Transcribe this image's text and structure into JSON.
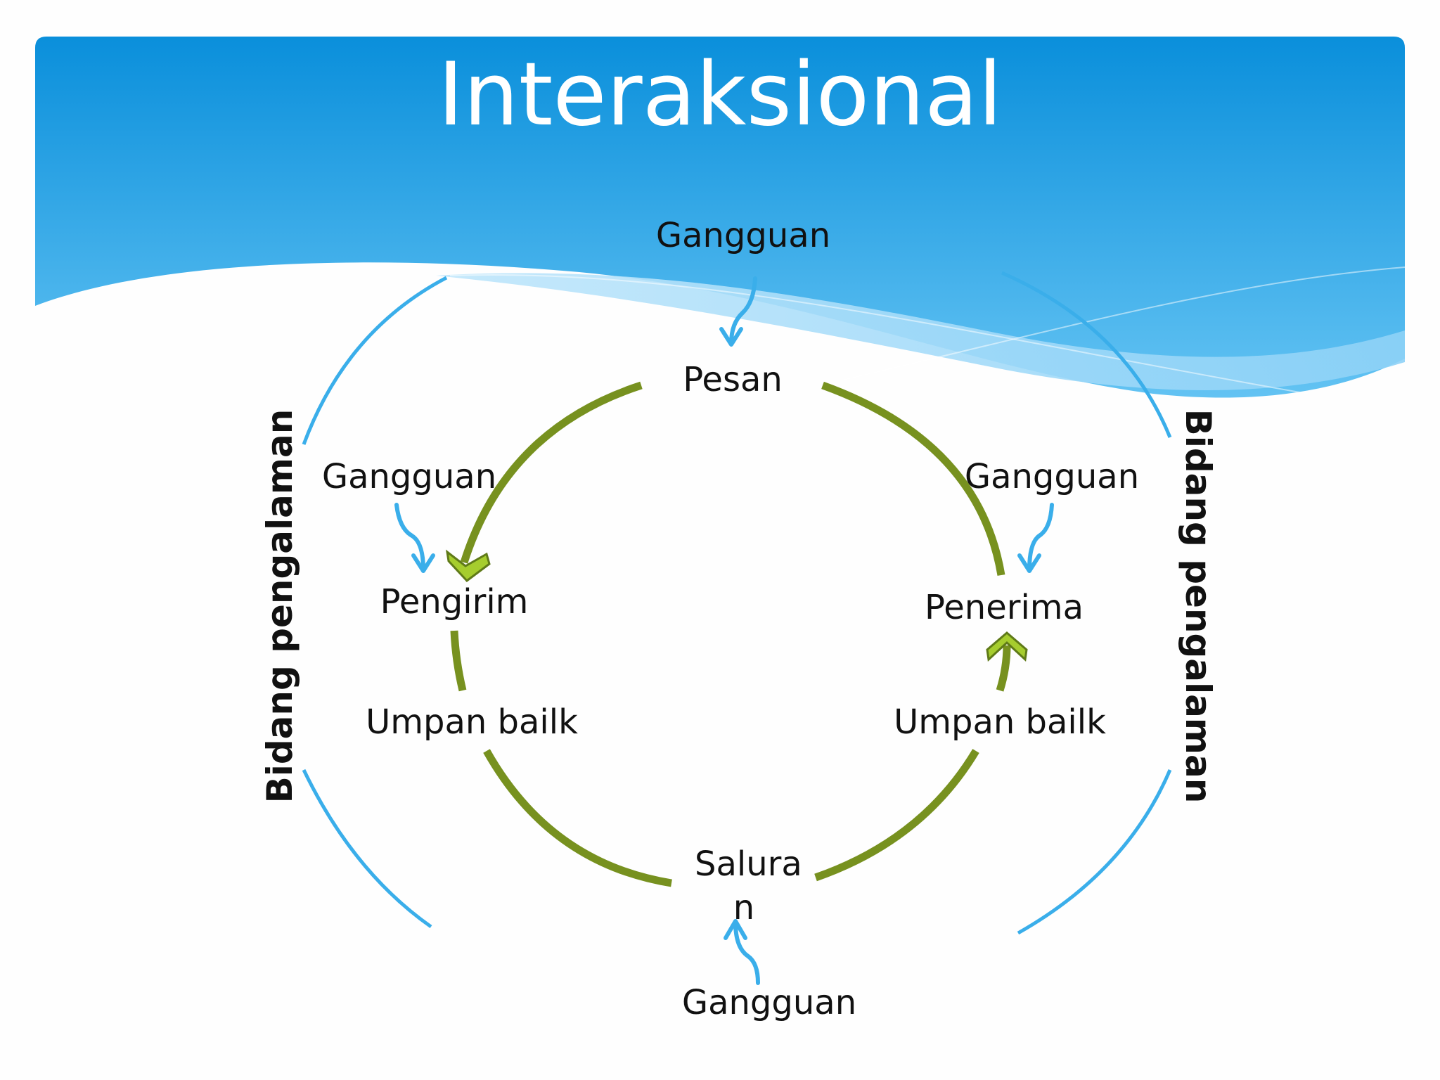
{
  "title": "Interaksional",
  "diagram": {
    "nodes": {
      "pesan": "Pesan",
      "pengirim": "Pengirim",
      "penerima": "Penerima",
      "saluran": "Salura n",
      "umpan_balik_left": "Umpan bailk",
      "umpan_balik_right": "Umpan bailk"
    },
    "noise": {
      "top": "Gangguan",
      "left": "Gangguan",
      "right": "Gangguan",
      "bottom": "Gangguan"
    },
    "fields": {
      "left": "Bidang pengalaman",
      "right": "Bidang pengalaman"
    }
  },
  "colors": {
    "banner_top": "#0a8fdb",
    "banner_bottom": "#63c3f3",
    "cycle_arrow": "#77911f",
    "arrow_head": "#a6cd2e",
    "noise_arrow": "#3aaeea",
    "field_arc": "#3aaeea"
  }
}
